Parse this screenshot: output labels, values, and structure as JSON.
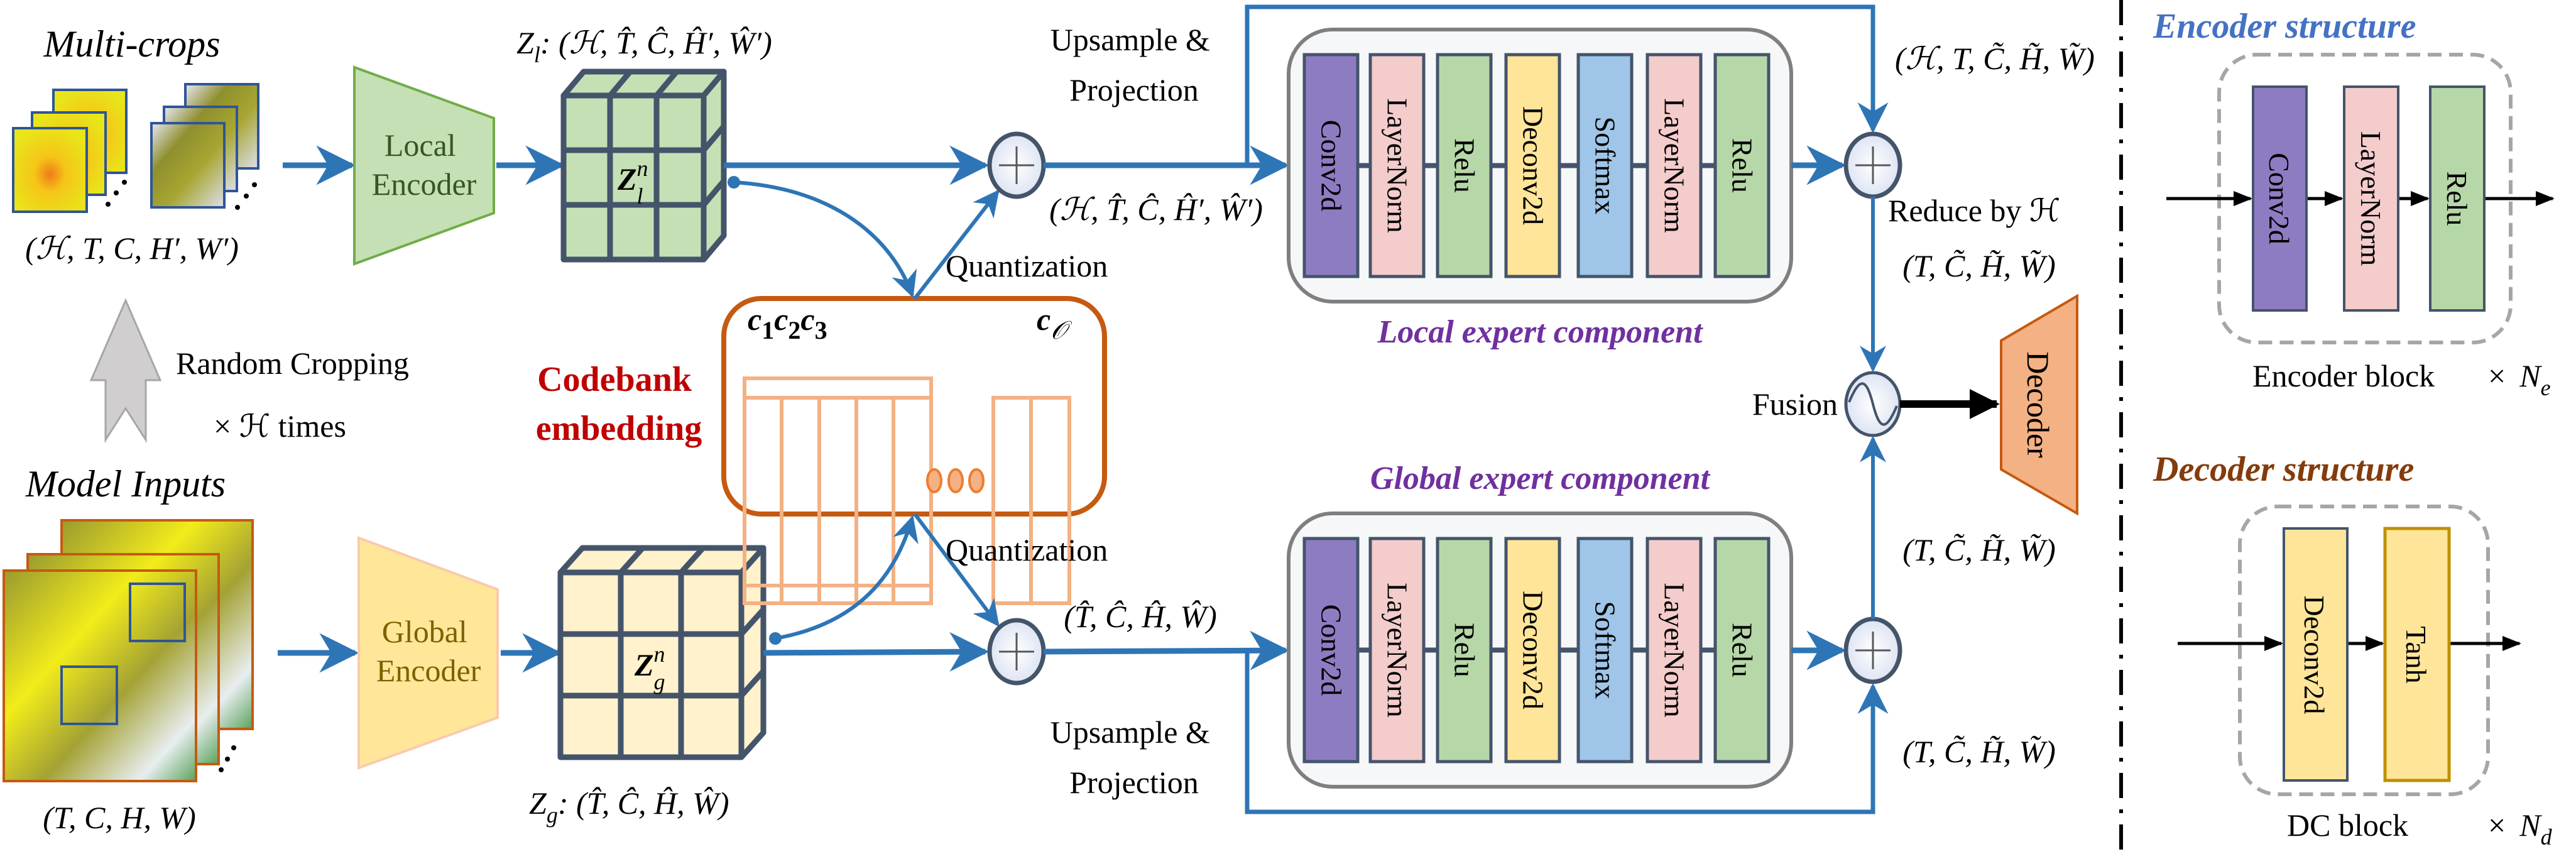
{
  "colors": {
    "flow": "#2e75b6",
    "conv2d": "#8e7cc3",
    "layernorm": "#f4cccc",
    "relu": "#b6d7a8",
    "deconv2d": "#ffe599",
    "softmax": "#9fc5e8",
    "tanh": "#ffe599",
    "local_encoder": "#c5e0b4",
    "global_encoder": "#ffe699",
    "decoder": "#f4b183",
    "codebank_border": "#c55a11",
    "codebank_title": "#c00000",
    "expert_title": "#7030a0",
    "encoder_structure_title": "#4472c4",
    "decoder_structure_title": "#843c0c"
  },
  "left": {
    "multi_crops_title": "Multi-crops",
    "multi_crops_shape": "(ℋ, T, C, H′, W′)",
    "random_cropping": "Random Cropping",
    "times": "× ℋ times",
    "model_inputs_title": "Model Inputs",
    "model_inputs_shape": "(T, C, H, W)"
  },
  "encoders": {
    "local": [
      "Local",
      "Encoder"
    ],
    "global": [
      "Global",
      "Encoder"
    ]
  },
  "latents": {
    "local": {
      "symbol": "Z",
      "sub": "l",
      "shape": ": (ℋ, T̂, Ĉ, Ĥ′, Ŵ′)",
      "cell_symbol": "Z",
      "cell_sup": "n",
      "cell_sub": "l"
    },
    "global": {
      "symbol": "Z",
      "sub": "g",
      "shape": ": (T̂, Ĉ, Ĥ, Ŵ)",
      "cell_symbol": "Z",
      "cell_sup": "n",
      "cell_sub": "g"
    }
  },
  "codebank": {
    "title": [
      "Codebank",
      "embedding"
    ],
    "codes": [
      {
        "c": "c",
        "sub": "1"
      },
      {
        "c": "c",
        "sub": "2"
      },
      {
        "c": "c",
        "sub": "3"
      }
    ],
    "last_code": {
      "c": "c",
      "sub": "𝒪"
    },
    "quantization_top": "Quantization",
    "quantization_bottom": "Quantization"
  },
  "local_branch": {
    "upsample": [
      "Upsample &",
      "Projection"
    ],
    "after_sum_shape": "(ℋ, T̂, Ĉ, Ĥ′, Ŵ′)",
    "skip_shape": "(ℋ, T, C̃, H̃, W̃)",
    "reduce": "Reduce by ℋ",
    "reduced_shape": "(T, C̃, H̃, W̃)",
    "title": "Local expert component",
    "layers": [
      {
        "label": "Conv2d",
        "kind": "conv2d"
      },
      {
        "label": "LayerNorm",
        "kind": "layernorm"
      },
      {
        "label": "Relu",
        "kind": "relu"
      },
      {
        "label": "Deconv2d",
        "kind": "deconv2d"
      },
      {
        "label": "Softmax",
        "kind": "softmax"
      },
      {
        "label": "LayerNorm",
        "kind": "layernorm"
      },
      {
        "label": "Relu",
        "kind": "relu"
      }
    ]
  },
  "global_branch": {
    "upsample": [
      "Upsample &",
      "Projection"
    ],
    "after_sum_shape": "(T̂, Ĉ, Ĥ, Ŵ)",
    "out_shape": "(T, C̃, H̃, W̃)",
    "skip_shape": "(T, C̃, H̃, W̃)",
    "title": "Global expert component",
    "layers": [
      {
        "label": "Conv2d",
        "kind": "conv2d"
      },
      {
        "label": "LayerNorm",
        "kind": "layernorm"
      },
      {
        "label": "Relu",
        "kind": "relu"
      },
      {
        "label": "Deconv2d",
        "kind": "deconv2d"
      },
      {
        "label": "Softmax",
        "kind": "softmax"
      },
      {
        "label": "LayerNorm",
        "kind": "layernorm"
      },
      {
        "label": "Relu",
        "kind": "relu"
      }
    ]
  },
  "fusion": {
    "label": "Fusion",
    "decoder": "Decoder"
  },
  "encoder_structure": {
    "title": "Encoder structure",
    "layers": [
      "Conv2d",
      "LayerNorm",
      "Relu"
    ],
    "block": "Encoder block",
    "times": "×",
    "n": "N",
    "n_sub": "e"
  },
  "decoder_structure": {
    "title": "Decoder structure",
    "layers": [
      "Deconv2d",
      "Tanh"
    ],
    "block": "DC block",
    "times": "×",
    "n": "N",
    "n_sub": "d"
  }
}
